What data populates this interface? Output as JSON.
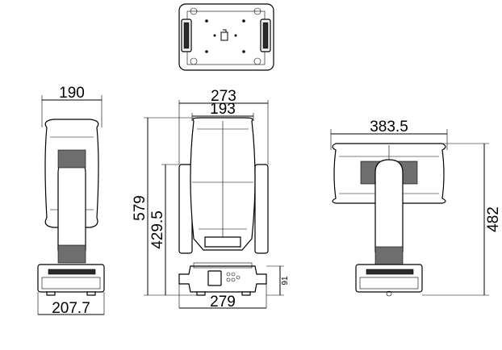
{
  "dimensions": {
    "side_width": "190",
    "side_base_width": "207.7",
    "front_width": "273",
    "front_lens_width": "193",
    "front_total_height": "579",
    "front_yoke_height": "429.5",
    "front_base_width": "279",
    "front_base_height": "91",
    "top_head_width": "383.5",
    "top_total_height": "482"
  }
}
